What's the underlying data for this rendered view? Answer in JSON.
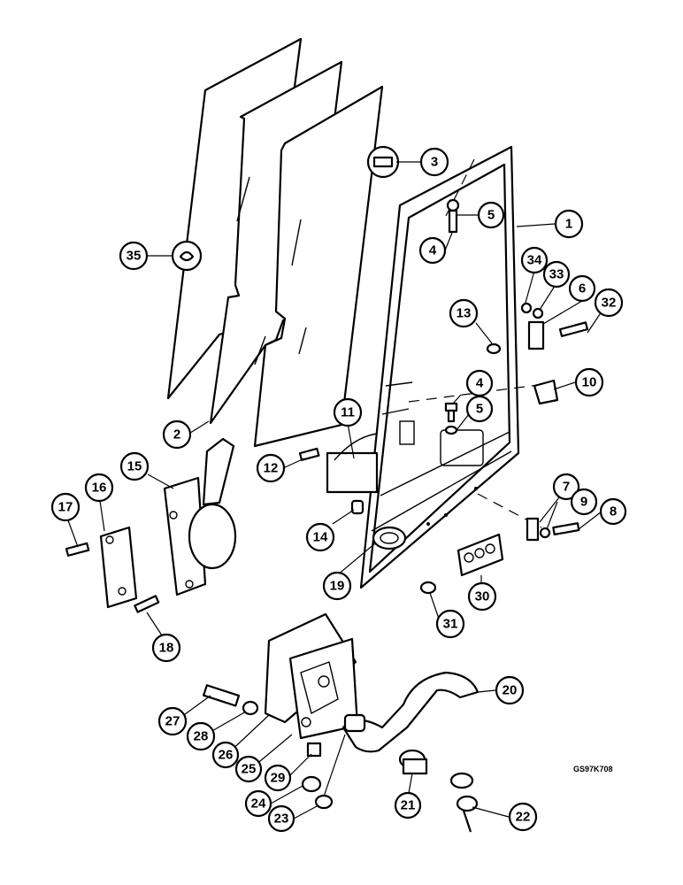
{
  "reference_code": "GS97K708",
  "callouts": [
    {
      "id": "1",
      "label": "1"
    },
    {
      "id": "2",
      "label": "2"
    },
    {
      "id": "3",
      "label": "3"
    },
    {
      "id": "4a",
      "label": "4"
    },
    {
      "id": "4b",
      "label": "4"
    },
    {
      "id": "5a",
      "label": "5"
    },
    {
      "id": "5b",
      "label": "5"
    },
    {
      "id": "6",
      "label": "6"
    },
    {
      "id": "7",
      "label": "7"
    },
    {
      "id": "8",
      "label": "8"
    },
    {
      "id": "9",
      "label": "9"
    },
    {
      "id": "10",
      "label": "10"
    },
    {
      "id": "11",
      "label": "11"
    },
    {
      "id": "12",
      "label": "12"
    },
    {
      "id": "13",
      "label": "13"
    },
    {
      "id": "14",
      "label": "14"
    },
    {
      "id": "15",
      "label": "15"
    },
    {
      "id": "16",
      "label": "16"
    },
    {
      "id": "17",
      "label": "17"
    },
    {
      "id": "18",
      "label": "18"
    },
    {
      "id": "19",
      "label": "19"
    },
    {
      "id": "20",
      "label": "20"
    },
    {
      "id": "21",
      "label": "21"
    },
    {
      "id": "22",
      "label": "22"
    },
    {
      "id": "23",
      "label": "23"
    },
    {
      "id": "24",
      "label": "24"
    },
    {
      "id": "25",
      "label": "25"
    },
    {
      "id": "26",
      "label": "26"
    },
    {
      "id": "27",
      "label": "27"
    },
    {
      "id": "28",
      "label": "28"
    },
    {
      "id": "29",
      "label": "29"
    },
    {
      "id": "30",
      "label": "30"
    },
    {
      "id": "31",
      "label": "31"
    },
    {
      "id": "32",
      "label": "32"
    },
    {
      "id": "33",
      "label": "33"
    },
    {
      "id": "34",
      "label": "34"
    },
    {
      "id": "35",
      "label": "35"
    }
  ]
}
